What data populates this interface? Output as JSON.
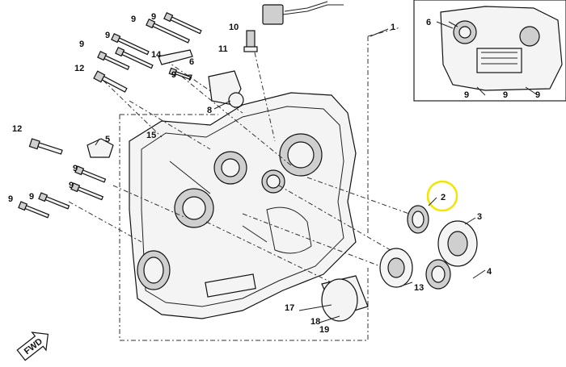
{
  "callouts": [
    {
      "id": "c1",
      "text": "1"
    },
    {
      "id": "c2",
      "text": "2"
    },
    {
      "id": "c3",
      "text": "3"
    },
    {
      "id": "c4",
      "text": "4"
    },
    {
      "id": "c5",
      "text": "5"
    },
    {
      "id": "c6a",
      "text": "6"
    },
    {
      "id": "c6b",
      "text": "6"
    },
    {
      "id": "c7",
      "text": "7"
    },
    {
      "id": "c8",
      "text": "8"
    },
    {
      "id": "c9a",
      "text": "9"
    },
    {
      "id": "c9b",
      "text": "9"
    },
    {
      "id": "c9c",
      "text": "9"
    },
    {
      "id": "c9d",
      "text": "9"
    },
    {
      "id": "c9e",
      "text": "9"
    },
    {
      "id": "c9f",
      "text": "9"
    },
    {
      "id": "c9g",
      "text": "9"
    },
    {
      "id": "c9h",
      "text": "9"
    },
    {
      "id": "c9i",
      "text": "9"
    },
    {
      "id": "c9j",
      "text": "9"
    },
    {
      "id": "c9k",
      "text": "9"
    },
    {
      "id": "c9l",
      "text": "9"
    },
    {
      "id": "c10",
      "text": "10"
    },
    {
      "id": "c11",
      "text": "11"
    },
    {
      "id": "c12a",
      "text": "12"
    },
    {
      "id": "c12b",
      "text": "12"
    },
    {
      "id": "c13",
      "text": "13"
    },
    {
      "id": "c14",
      "text": "14"
    },
    {
      "id": "c15",
      "text": "15"
    },
    {
      "id": "c17",
      "text": "17"
    },
    {
      "id": "c18",
      "text": "18"
    },
    {
      "id": "c19",
      "text": "19"
    }
  ],
  "fwd_label": "FWD",
  "highlight_color": "#f2e600"
}
